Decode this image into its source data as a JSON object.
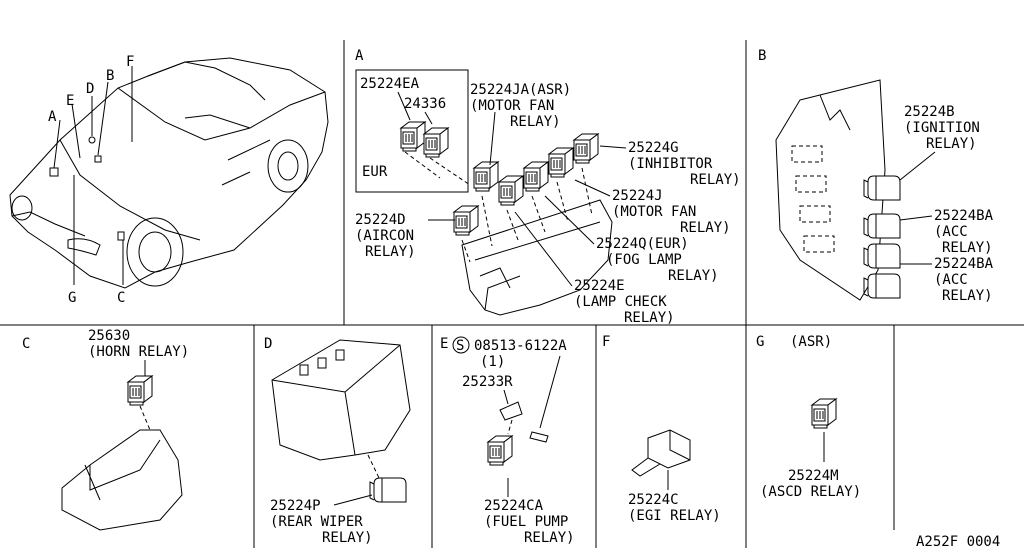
{
  "panels": {
    "car": {
      "letters": [
        "A",
        "E",
        "D",
        "B",
        "F",
        "G",
        "C"
      ]
    },
    "A": {
      "letter": "A",
      "eur_box": {
        "part1": "25224EA",
        "part2": "24336",
        "region": "EUR"
      },
      "labels": {
        "ja_part": "25224JA(ASR)",
        "ja_desc1": "(MOTOR FAN",
        "ja_desc2": "RELAY)",
        "g_part": "25224G",
        "g_desc1": "(INHIBITOR",
        "g_desc2": "RELAY)",
        "j_part": "25224J",
        "j_desc1": "(MOTOR FAN",
        "j_desc2": "RELAY)",
        "d_part": "25224D",
        "d_desc1": "(AIRCON",
        "d_desc2": "RELAY)",
        "q_part": "25224Q(EUR)",
        "q_desc1": "(FOG LAMP",
        "q_desc2": "RELAY)",
        "e_part": "25224E",
        "e_desc1": "(LAMP CHECK",
        "e_desc2": "RELAY)"
      }
    },
    "B": {
      "letter": "B",
      "labels": {
        "b_part": "25224B",
        "b_desc1": "(IGNITION",
        "b_desc2": "RELAY)",
        "ba1_part": "25224BA",
        "ba1_desc1": "(ACC",
        "ba1_desc2": "RELAY)",
        "ba2_part": "25224BA",
        "ba2_desc1": "(ACC",
        "ba2_desc2": "RELAY)"
      }
    },
    "C": {
      "letter": "C",
      "part": "25630",
      "desc": "(HORN RELAY)"
    },
    "D": {
      "letter": "D",
      "part": "25224P",
      "desc1": "(REAR WIPER",
      "desc2": "RELAY)"
    },
    "E": {
      "letter": "E",
      "bolt_symbol": "S",
      "bolt_part": "08513-6122A",
      "bolt_qty": "(1)",
      "bracket_part": "25233R",
      "part": "25224CA",
      "desc1": "(FUEL PUMP",
      "desc2": "RELAY)"
    },
    "F": {
      "letter": "F",
      "part": "25224C",
      "desc": "(EGI RELAY)"
    },
    "G": {
      "letter": "G",
      "variant": "(ASR)",
      "part": "25224M",
      "desc": "(ASCD RELAY)"
    }
  },
  "diagram_code": "A252F 0004"
}
